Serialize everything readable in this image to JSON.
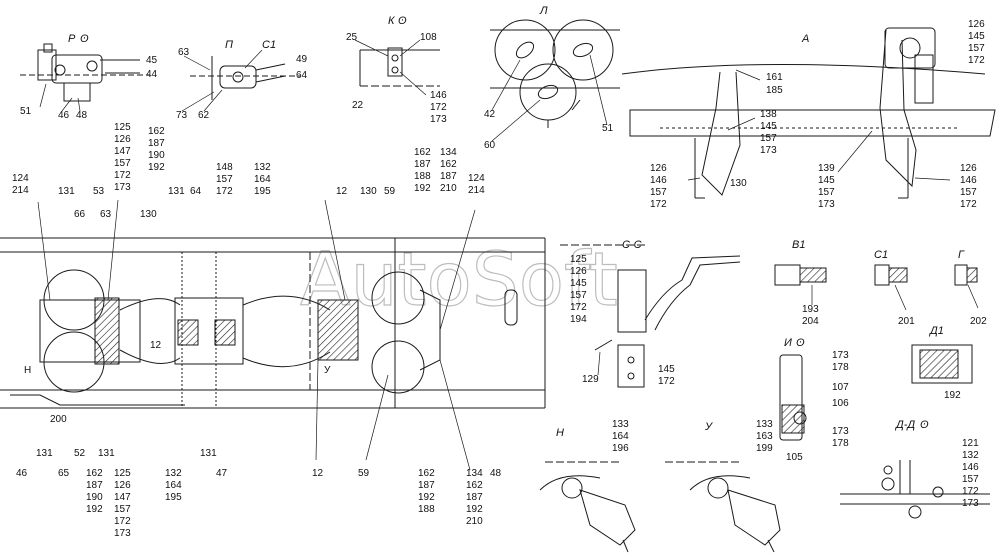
{
  "watermark": "AutoSoft",
  "views": {
    "r": "Р",
    "p": "П",
    "c1_top": "С1",
    "k": "К",
    "l": "Л",
    "a": "А",
    "cc": "С-С",
    "v1": "В1",
    "c1": "С1",
    "g": "Г",
    "d1": "Д1",
    "i": "И",
    "n": "Н",
    "u": "У",
    "dd": "Д-Д",
    "rotated_marker": "ʘ"
  },
  "callouts": {
    "r_45": "45",
    "r_44": "44",
    "r_51": "51",
    "r_46": "46",
    "r_48": "48",
    "p_63": "63",
    "p_49": "49",
    "p_64": "64",
    "p_73": "73",
    "p_62": "62",
    "k_25": "25",
    "k_108": "108",
    "k_22": "22",
    "k_146_172_173": [
      "146",
      "172",
      "173"
    ],
    "l_42": "42",
    "l_51": "51",
    "l_60": "60",
    "a_126_145_157_172": [
      "126",
      "145",
      "157",
      "172"
    ],
    "a_161_185": [
      "161",
      "185"
    ],
    "a_138_145_157_173": [
      "138",
      "145",
      "157",
      "173"
    ],
    "a_126_146_157_172_l": [
      "126",
      "146",
      "157",
      "172"
    ],
    "a_130": "130",
    "a_139_145_157_173": [
      "139",
      "145",
      "157",
      "173"
    ],
    "a_126_146_157_172_r": [
      "126",
      "146",
      "157",
      "172"
    ],
    "m_124_214_l": [
      "124",
      "214"
    ],
    "m_131_a": "131",
    "m_66": "66",
    "m_53": "53",
    "m_63": "63",
    "m_125_stack": [
      "125",
      "126",
      "147",
      "157",
      "172",
      "173"
    ],
    "m_162_stack_top": [
      "162",
      "187",
      "190",
      "192"
    ],
    "m_130": "130",
    "m_131_b": "131",
    "m_64": "64",
    "m_148_157_172": [
      "148",
      "157",
      "172"
    ],
    "m_132_164_195_top": [
      "132",
      "164",
      "195"
    ],
    "m_12_top": "12",
    "m_130_top": "130",
    "m_59_top": "59",
    "m_162_187_188_192": [
      "162",
      "187",
      "188",
      "192"
    ],
    "m_134_162_187_210": [
      "134",
      "162",
      "187",
      "210"
    ],
    "m_124_214_r": [
      "124",
      "214"
    ],
    "m_12_mid": "12",
    "m_n": "Н",
    "m_u": "У",
    "m_200": "200",
    "m_46": "46",
    "m_131_c": "131",
    "m_65": "65",
    "m_52": "52",
    "m_162_187_190_192_b": [
      "162",
      "187",
      "190",
      "192"
    ],
    "m_131_d": "131",
    "m_125_stack_b": [
      "125",
      "126",
      "147",
      "157",
      "172",
      "173"
    ],
    "m_132_164_195_b": [
      "132",
      "164",
      "195"
    ],
    "m_131_e": "131",
    "m_47": "47",
    "m_12_b": "12",
    "m_59_b": "59",
    "m_162_187_192_188": [
      "162",
      "187",
      "192",
      "188"
    ],
    "m_134_162_187_192_210": [
      "134",
      "162",
      "187",
      "192",
      "210"
    ],
    "m_48": "48",
    "cc_125_stack": [
      "125",
      "126",
      "145",
      "157",
      "172",
      "194"
    ],
    "cc_129": "129",
    "cc_145_172": [
      "145",
      "172"
    ],
    "v1_193_204": [
      "193",
      "204"
    ],
    "c1_201": "201",
    "g_202": "202",
    "d1_192": "192",
    "i_173_178": [
      "173",
      "178"
    ],
    "i_107": "107",
    "i_106": "106",
    "i_173_178_b": [
      "173",
      "178"
    ],
    "i_105": "105",
    "n_133_164_196": [
      "133",
      "164",
      "196"
    ],
    "u_133_163_199": [
      "133",
      "163",
      "199"
    ],
    "dd_stack": [
      "121",
      "132",
      "146",
      "157",
      "172",
      "173"
    ]
  }
}
